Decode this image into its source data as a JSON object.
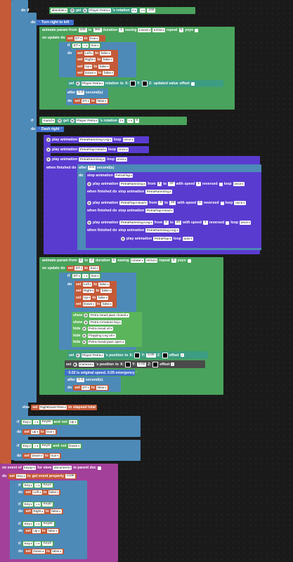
{
  "labels": {
    "do": "do",
    "if": "if",
    "else": "else",
    "set": "set",
    "to": "to",
    "on_update_do": "on update do",
    "after": "after",
    "seconds": "second(s)",
    "play_animation": "play animation",
    "loop": "loop",
    "when_finished_do": "when finished do",
    "stop_animation": "stop animation",
    "from": "from",
    "with_speed": "with speed",
    "reversed": "reversed",
    "show": "show",
    "hide": "hide",
    "and": "and",
    "not": "not",
    "eq": "=",
    "get": "get",
    "rotation": "'s rotation",
    "position": "'s position",
    "x": "X:",
    "y": "Y:",
    "z": "Z:",
    "offset": "offset",
    "elapsed_total": "elapsed total",
    "on_event_of": "on event of",
    "for_elem": "for elem",
    "in_parent_doc": "in parent doc",
    "get_event_property": "get event property",
    "duration": "duration",
    "easing": "easing",
    "repeat": "repeat",
    "yoyo": "yoyo",
    "animate_param_from": "animate param from",
    "updated_value": "updated value",
    "true": "true",
    "false": "false"
  },
  "values": {
    "absolute": "absolute",
    "player_petra": "Player Petra",
    "hundred": "100",
    "turn_right_left": "Turn right to left",
    "from100": "100",
    "to360": "360",
    "dur1": "1",
    "linear": "Linear",
    "inout": "InOut",
    "rep0": "0",
    "dt": "DT",
    "left": "Left",
    "right": "Right",
    "up": "Up",
    "down": "Down",
    "rotation_lc": "rotation",
    "after14": "1.4",
    "round": "round",
    "two": "2",
    "zero": "0",
    "dash_right": "Dash right",
    "petra_ramming_leg": "PetraRamming-Leg",
    "petra_flap_head": "PetraFlap-Head",
    "petra_ramming": "PetraRamming",
    "once": "once",
    "after01": "0.1",
    "petra_flap": "PetraFlap",
    "twenty": "20",
    "auto": "auto",
    "from1": "1",
    "to2": "2",
    "rep0b": "0",
    "head_jaws_closed": "Petra Head-jaws closed",
    "armature_leg": "Petra Armature leg",
    "head_v0": "Petra Head v0",
    "flapping_leg_v0": "Flapping Leg v0",
    "head_jaws_open": "Petra Head-jaws open",
    "z005": "0.05",
    "camera": "Camera",
    "y002": "0.02",
    "comment": "0.02 is original speed, 0.05 emergency",
    "right_down_time": "RightDownTime",
    "key": "Key",
    "keyw": "KeyW",
    "keys": "KeyS",
    "keya": "KeyA",
    "keyd": "KeyD",
    "keyup": "keyup",
    "document": "document",
    "code": "code",
    "one": "1",
    "quote": "\" \""
  },
  "colors": {
    "control": "#4d8ab8",
    "logic": "#4aa35c",
    "variable": "#c45a38",
    "animation": "#5a3bd0",
    "event": "#a3409a"
  }
}
